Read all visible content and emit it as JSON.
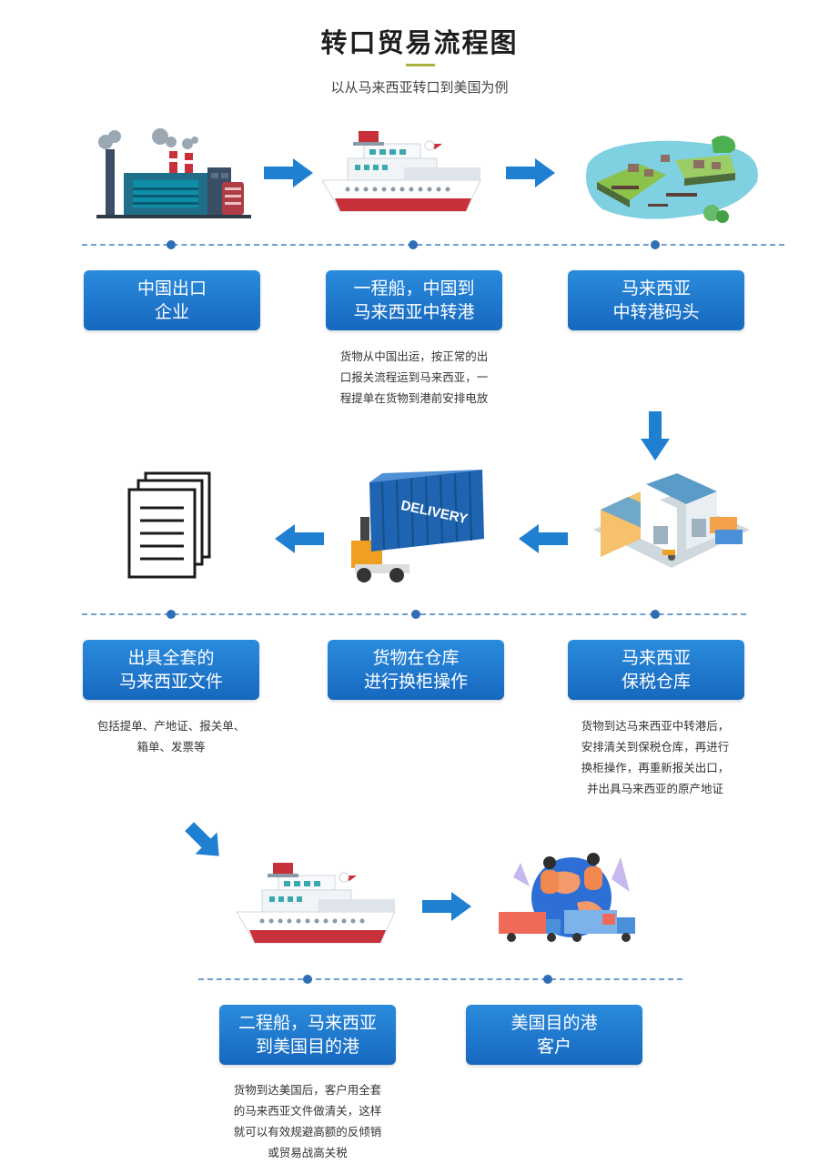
{
  "title": "转口贸易流程图",
  "subtitle": "以从马来西亚转口到美国为例",
  "steps": [
    {
      "line1": "中国出口",
      "line2": "企业"
    },
    {
      "line1": "一程船，中国到",
      "line2": "马来西亚中转港"
    },
    {
      "line1": "马来西亚",
      "line2": "中转港码头"
    },
    {
      "line1": "马来西亚",
      "line2": "保税仓库"
    },
    {
      "line1": "货物在仓库",
      "line2": "进行换柜操作"
    },
    {
      "line1": "出具全套的",
      "line2": "马来西亚文件"
    },
    {
      "line1": "二程船，马来西亚",
      "line2": "到美国目的港"
    },
    {
      "line1": "美国目的港",
      "line2": "客户"
    }
  ],
  "notes": {
    "n2": [
      "货物从中国出运，按正常的出",
      "口报关流程运到马来西亚，一",
      "程提单在货物到港前安排电放"
    ],
    "n4": [
      "货物到达马来西亚中转港后，",
      "安排清关到保税仓库，再进行",
      "换柜操作，再重新报关出口，",
      "并出具马来西亚的原产地证"
    ],
    "n6": [
      "包括提单、产地证、报关单、",
      "箱单、发票等"
    ],
    "n7": [
      "货物到达美国后，客户用全套",
      "的马来西亚文件做清关，这样",
      "就可以有效规避高额的反倾销",
      "或贸易战高关税"
    ]
  },
  "illustration_text": {
    "container": "DELIVERY"
  },
  "icons": [
    "factory-icon",
    "ship-icon",
    "harbor-island-icon",
    "warehouse-icon",
    "container-forklift-icon",
    "documents-icon",
    "customers-globe-icon",
    "arrow-icon"
  ],
  "colors": {
    "step_blue": "#1a72c9",
    "arrow_blue": "#1f7fd0",
    "dot_blue": "#2f6db6",
    "title_rule": "#a9b23a"
  }
}
